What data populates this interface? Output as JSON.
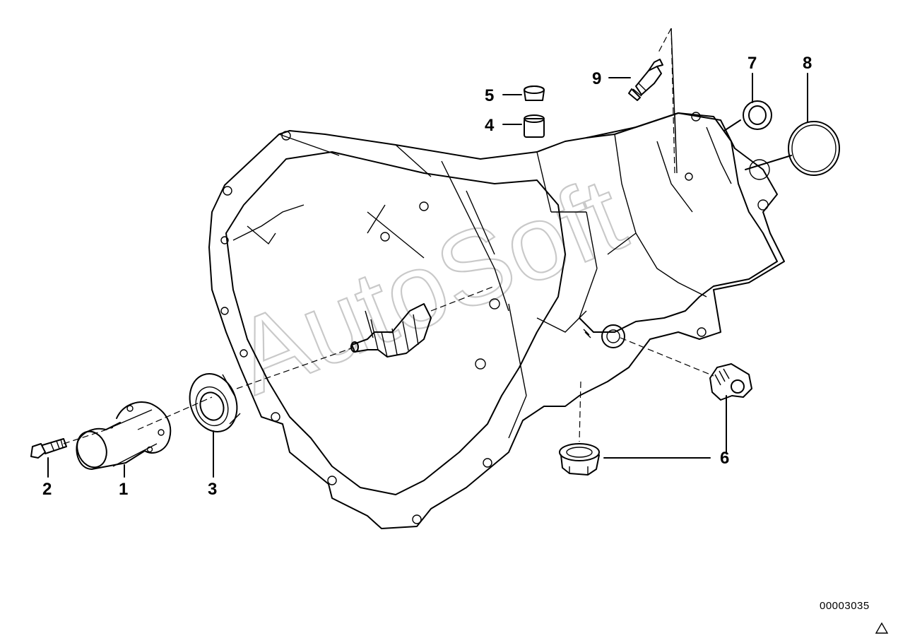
{
  "diagram": {
    "drawing_number": "00003035",
    "watermark": "AutoSoft",
    "callouts": {
      "c1": "1",
      "c2": "2",
      "c3": "3",
      "c4": "4",
      "c5": "5",
      "c6": "6",
      "c7": "7",
      "c8": "8",
      "c9": "9"
    },
    "revision_icon": "triangle-icon"
  }
}
